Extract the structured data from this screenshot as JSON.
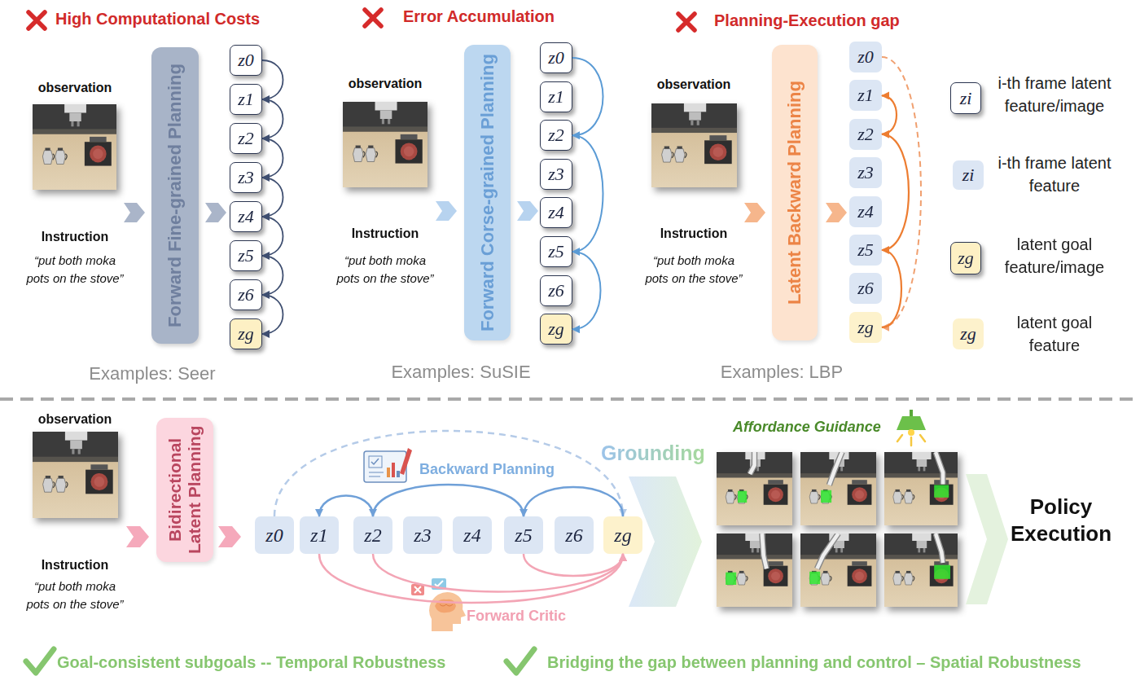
{
  "diagram": {
    "nodes": [
      {
        "text": [
          "Forward Fine-grained Planning"
        ]
      },
      {
        "text": [
          "z0"
        ]
      },
      {
        "text": [
          "z1"
        ]
      },
      {
        "text": [
          "z2"
        ]
      },
      {
        "text": [
          "z3"
        ]
      },
      {
        "text": [
          "z4"
        ]
      },
      {
        "text": [
          "z5"
        ]
      },
      {
        "text": [
          "z6"
        ]
      },
      {
        "text": [
          "zg"
        ]
      },
      {
        "text": [
          "Forward Corse-grained Planning"
        ]
      },
      {
        "text": [
          "z0"
        ]
      },
      {
        "text": [
          "z1"
        ]
      },
      {
        "text": [
          "z2"
        ]
      },
      {
        "text": [
          "z3"
        ]
      },
      {
        "text": [
          "z4"
        ]
      },
      {
        "text": [
          "z5"
        ]
      },
      {
        "text": [
          "z6"
        ]
      },
      {
        "text": [
          "zg"
        ]
      },
      {
        "text": [
          "Latent Backward Planning"
        ]
      },
      {
        "text": [
          "z0"
        ]
      },
      {
        "text": [
          "z1"
        ]
      },
      {
        "text": [
          "z2"
        ]
      },
      {
        "text": [
          "z3"
        ]
      },
      {
        "text": [
          "z4"
        ]
      },
      {
        "text": [
          "z5"
        ]
      },
      {
        "text": [
          "z6"
        ]
      },
      {
        "text": [
          "zg"
        ]
      },
      {
        "text": [
          "Bidirectional Latent Planning"
        ]
      },
      {
        "text": [
          "z0"
        ]
      },
      {
        "text": [
          "z1"
        ]
      },
      {
        "text": [
          "z2"
        ]
      },
      {
        "text": [
          "z3"
        ]
      },
      {
        "text": [
          "z4"
        ]
      },
      {
        "text": [
          "z5"
        ]
      },
      {
        "text": [
          "z6"
        ]
      },
      {
        "text": [
          "zg"
        ]
      }
    ],
    "edges": [
      {
        "from": 1,
        "to": 2,
        "arrow": "to"
      },
      {
        "from": 2,
        "to": 3,
        "arrow": "to"
      },
      {
        "from": 3,
        "to": 4,
        "arrow": "to"
      },
      {
        "from": 4,
        "to": 5,
        "arrow": "to"
      },
      {
        "from": 5,
        "to": 6,
        "arrow": "to"
      },
      {
        "from": 6,
        "to": 7,
        "arrow": "to"
      },
      {
        "from": 7,
        "to": 8,
        "arrow": "to"
      },
      {
        "from": 10,
        "to": 12,
        "arrow": "to"
      },
      {
        "from": 12,
        "to": 15,
        "arrow": "to"
      },
      {
        "from": 15,
        "to": 17,
        "arrow": "to"
      },
      {
        "from": 19,
        "to": 26,
        "arrow": "to"
      },
      {
        "from": 26,
        "to": 24,
        "arrow": "to"
      },
      {
        "from": 24,
        "to": 21,
        "arrow": "to"
      },
      {
        "from": 21,
        "to": 20,
        "arrow": "to"
      },
      {
        "from": 28,
        "to": 35,
        "arrow": "to"
      },
      {
        "from": 35,
        "to": 33,
        "arrow": "to"
      },
      {
        "from": 33,
        "to": 30,
        "arrow": "to"
      },
      {
        "from": 30,
        "to": 29,
        "arrow": "to"
      },
      {
        "from": 29,
        "to": 35,
        "arrow": "to"
      },
      {
        "from": 30,
        "to": 35,
        "arrow": "to"
      },
      {
        "from": 33,
        "to": 35,
        "arrow": "to"
      }
    ],
    "labels": [
      "High Computational Costs",
      "Error Accumulation",
      "Planning-Execution gap",
      "observation",
      "Instruction",
      "“put both moka pots on the stove”",
      "Examples: Seer",
      "observation",
      "Instruction",
      "“put both moka pots on the stove”",
      "Examples: SuSIE",
      "observation",
      "Instruction",
      "“put both moka pots on the stove”",
      "Examples: LBP",
      "zi",
      "zi",
      "zg",
      "zg",
      "observation",
      "Instruction",
      "“put both moka pots on the stove”",
      "Backward Planning",
      "Forward Critic",
      "Grounding",
      "Affordance Guidance",
      "Policy Execution",
      "Goal-consistent subgoals -- Temporal Robustness",
      "Bridging the gap between planning and control – Spatial Robustness"
    ],
    "legend": [
      {
        "text": "i-th frame latent feature/image",
        "color": "#ffffff"
      },
      {
        "text": "i-th frame latent feature",
        "color": "#dce6f4"
      },
      {
        "text": "latent goal feature/image",
        "color": "#fdf0c4"
      },
      {
        "text": "latent goal feature",
        "color": "#fdf2cc"
      }
    ]
  }
}
